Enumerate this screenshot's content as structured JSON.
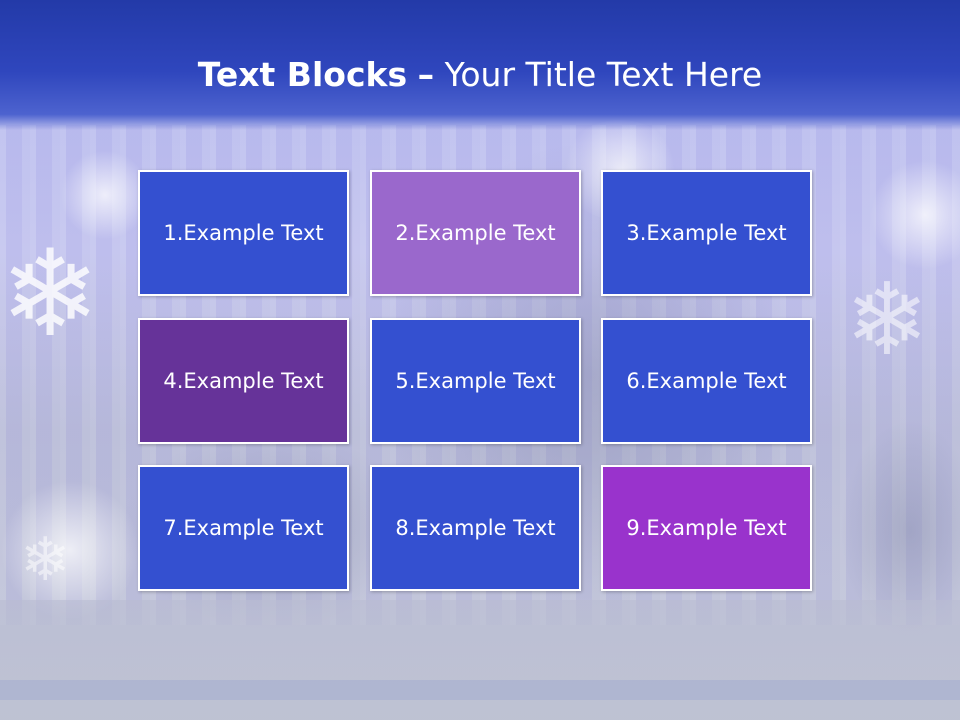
{
  "title": {
    "bold": "Text Blocks",
    "separator": "–",
    "regular": "Your Title Text Here"
  },
  "blocks": [
    {
      "label": "1.Example Text",
      "color": "#3450d0"
    },
    {
      "label": "2.Example Text",
      "color": "#9a68cc"
    },
    {
      "label": "3.Example Text",
      "color": "#3450d0"
    },
    {
      "label": "4.Example Text",
      "color": "#663399"
    },
    {
      "label": "5.Example Text",
      "color": "#3450d0"
    },
    {
      "label": "6.Example Text",
      "color": "#3450d0"
    },
    {
      "label": "7.Example Text",
      "color": "#3450d0"
    },
    {
      "label": "8.Example Text",
      "color": "#3450d0"
    },
    {
      "label": "9.Example Text",
      "color": "#9933cc"
    }
  ],
  "colors": {
    "header": "#2f46bd",
    "block_border": "#ffffff",
    "text": "#ffffff"
  }
}
